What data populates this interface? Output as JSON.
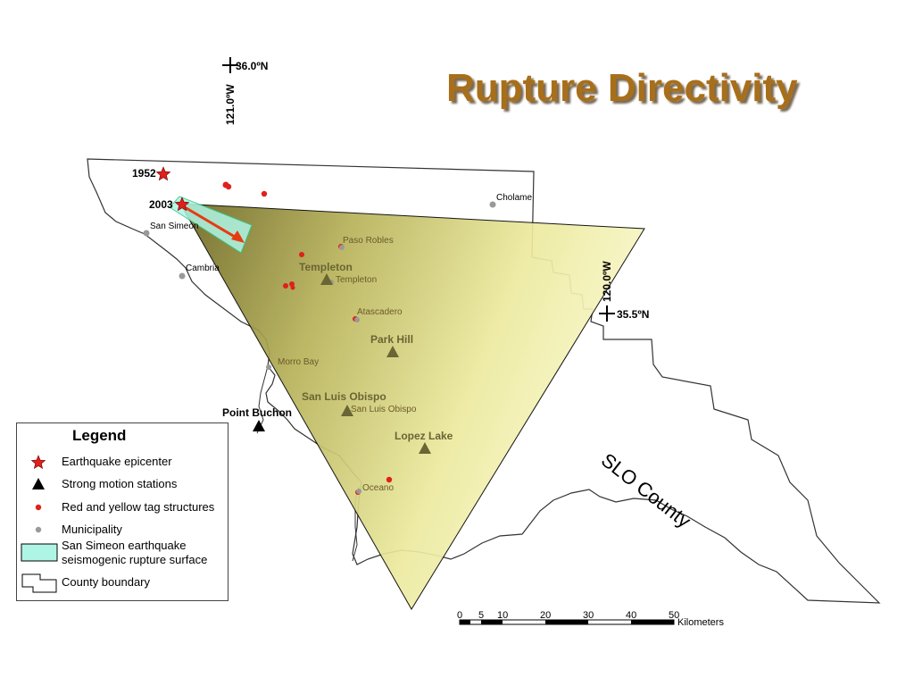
{
  "title": "Rupture Directivity",
  "colors": {
    "title": "#a86f1a",
    "triangle_fill": "#f3f0a0",
    "triangle_shadow": "#5e5a1a",
    "rupture_surface": "#aff5e6",
    "epicenter": "#e0201b",
    "tag_structure": "#e0201b",
    "municipality": "#999999",
    "station": "#000000",
    "arrow": "#e83a10"
  },
  "coordinates": {
    "top_lat": "36.0ºN",
    "top_lon": "121.0ºW",
    "right_lat": "35.5ºN",
    "right_lon": "120.0ºW"
  },
  "county_label": "SLO County",
  "epicenters": [
    {
      "year": "1952"
    },
    {
      "year": "2003"
    }
  ],
  "municipalities": {
    "cholame": "Cholame",
    "san_simeon": "San Simeon",
    "cambria": "Cambria",
    "paso_robles": "Paso Robles",
    "templeton": "Templeton",
    "atascadero": "Atascadero",
    "morro_bay": "Morro Bay",
    "san_luis_obispo": "San Luis Obispo",
    "oceano": "Oceano"
  },
  "stations": {
    "templeton": "Templeton",
    "park_hill": "Park Hill",
    "san_luis_obispo": "San Luis Obispo",
    "lopez_lake": "Lopez Lake",
    "point_buchon": "Point Buchon"
  },
  "legend": {
    "title": "Legend",
    "items": [
      {
        "label": "Earthquake epicenter",
        "icon": "star-icon"
      },
      {
        "label": "Strong motion stations",
        "icon": "triangle-icon"
      },
      {
        "label": "Red and yellow tag structures",
        "icon": "red-dot-icon"
      },
      {
        "label": "Municipality",
        "icon": "gray-dot-icon"
      },
      {
        "label_line1": "San Simeon earthquake",
        "label_line2": "seismogenic rupture surface",
        "icon": "rupture-rect-icon"
      },
      {
        "label": "County boundary",
        "icon": "county-outline-icon"
      }
    ]
  },
  "scale_bar": {
    "ticks": [
      "0",
      "5",
      "10",
      "20",
      "30",
      "40",
      "50"
    ],
    "unit": "Kilometers"
  }
}
